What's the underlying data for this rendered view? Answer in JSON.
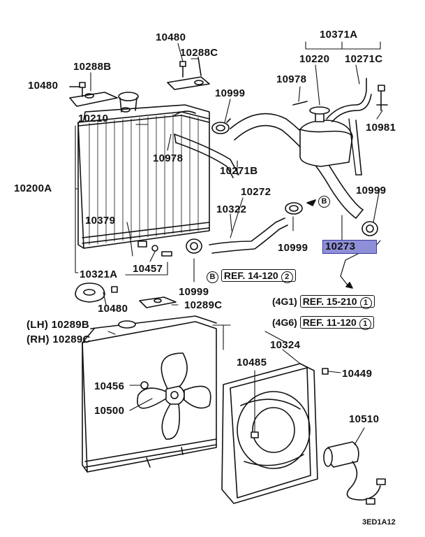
{
  "labels": {
    "p10480a": "10480",
    "p10288c": "10288C",
    "p10371a": "10371A",
    "p10288b": "10288B",
    "p10480b": "10480",
    "p10220": "10220",
    "p10271c": "10271C",
    "p10978a": "10978",
    "p10999a": "10999",
    "p10210": "10210",
    "p10981": "10981",
    "p10978b": "10978",
    "p10271b": "10271B",
    "p10200a": "10200A",
    "p10272": "10272",
    "p10999b": "10999",
    "p10322": "10322",
    "p10379": "10379",
    "p10999c": "10999",
    "p10273": "10273",
    "p10321a": "10321A",
    "p10457": "10457",
    "p10999d": "10999",
    "p10480c": "10480",
    "p10289c": "10289C",
    "lh10289b": "(LH) 10289B",
    "rh10289c": "(RH) 10289C",
    "p10324": "10324",
    "p10485": "10485",
    "p10449": "10449",
    "p10456": "10456",
    "p10500": "10500",
    "p10510": "10510"
  },
  "refs": {
    "b_ref": {
      "marker": "B",
      "text": "REF. 14-120",
      "num": "2"
    },
    "r4g1": {
      "engine": "(4G1)",
      "text": "REF. 15-210",
      "num": "1"
    },
    "r4g6": {
      "engine": "(4G6)",
      "text": "REF. 11-120",
      "num": "1"
    },
    "b_marker": "B"
  },
  "diagram_code": "3ED1A12",
  "colors": {
    "ink": "#111111",
    "highlight": "#8f8fd8"
  }
}
